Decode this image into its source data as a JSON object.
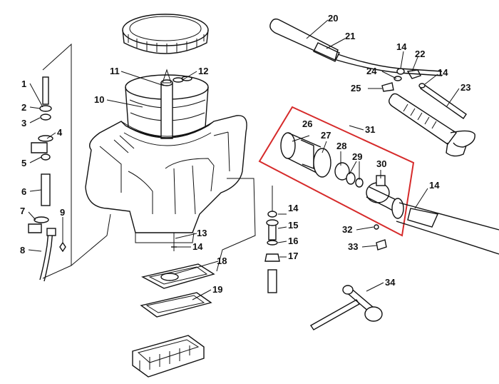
{
  "callouts": [
    "1",
    "2",
    "3",
    "4",
    "5",
    "6",
    "7",
    "8",
    "9",
    "10",
    "11",
    "12",
    "13",
    "14",
    "15",
    "16",
    "17",
    "18",
    "19",
    "20",
    "21",
    "22",
    "23",
    "24",
    "25",
    "26",
    "27",
    "28",
    "29",
    "30",
    "31",
    "32",
    "33",
    "34"
  ],
  "colors": {
    "line": "#111111",
    "highlight_box": "#d62a2a",
    "background": "#ffffff"
  }
}
